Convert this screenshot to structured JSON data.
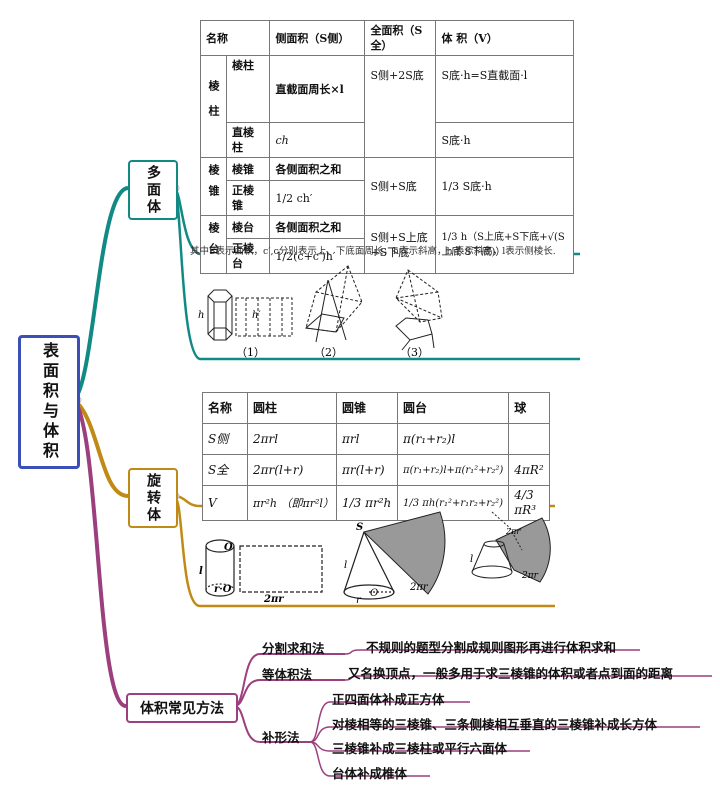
{
  "root": {
    "label": "表面积与体积"
  },
  "branches": [
    {
      "label": "多面体",
      "color": "#128a84"
    },
    {
      "label": "旋转体",
      "color": "#c08a16"
    },
    {
      "label": "体积常见方法",
      "color": "#9c3f7e"
    }
  ],
  "polyhedron_table": {
    "headers": [
      "名称",
      "侧面积（S侧）",
      "全面积（S全）",
      "体 积（V）"
    ],
    "groups": {
      "prism": "棱柱",
      "pyramid": "棱锥",
      "frustum": "棱台"
    },
    "prism": {
      "name": "棱柱",
      "lateral": "直截面周长×l",
      "total": "S侧+2S底",
      "volume": "S底·h=S直截面·l"
    },
    "right_prism": {
      "name": "直棱柱",
      "lateral": "ch",
      "volume": "S底·h"
    },
    "pyramid": {
      "name": "棱锥",
      "lateral": "各侧面积之和",
      "total": "S侧+S底",
      "volume": "1/3 S底·h"
    },
    "regular_pyramid": {
      "name": "正棱锥",
      "lateral": "1/2 ch′"
    },
    "frustum": {
      "name": "棱台",
      "lateral": "各侧面积之和",
      "total": "S侧+S上底+S下底",
      "volume": "1/3 h（S上底+S下底+√(S上底·S下底)）"
    },
    "regular_frustum": {
      "name": "正棱台",
      "lateral": "1/2(c+c′)h′"
    },
    "note": "其中S表示面积，c′,c分别表示上、下底面周长，h表示斜高，h′表示斜高，l表示侧棱长."
  },
  "poly_figures": {
    "captions": [
      "（1）",
      "（2）",
      "（3）"
    ],
    "h_label": "h",
    "hp_label": "h′"
  },
  "rotation_table": {
    "headers": [
      "名称",
      "圆柱",
      "圆锥",
      "圆台",
      "球"
    ],
    "rows": [
      [
        "S侧",
        "2πrl",
        "πrl",
        "π(r₁+r₂)l",
        ""
      ],
      [
        "S全",
        "2πr(l+r)",
        "πr(l+r)",
        "π(r₁+r₂)l+π(r₁²+r₂²)",
        "4πR²"
      ],
      [
        "V",
        "πr²h （即πr²l）",
        "1/3 πr²h",
        "1/3 πh(r₁²+r₁r₂+r₂²)",
        "4/3 πR³"
      ]
    ]
  },
  "rotation_figures": {
    "cyl_l": "l",
    "cyl_r": "r",
    "cyl_O_top": "O",
    "cyl_O_bottom": "r·O",
    "cyl_width": "2πr",
    "cone_S": "S",
    "cone_l": "l",
    "cone_O": "O",
    "cone_r": "r",
    "cone_arc": "2πr",
    "frustum_top": "2πr′",
    "frustum_l": "l",
    "frustum_arc": "2πr"
  },
  "methods": {
    "items": [
      {
        "label": "分割求和法",
        "desc": "不规则的题型分割成规则图形再进行体积求和"
      },
      {
        "label": "等体积法",
        "desc": "又名换顶点，一般多用于求三棱锥的体积或者点到面的距离"
      },
      {
        "label": "补形法",
        "subs": [
          "正四面体补成正方体",
          "对棱相等的三棱锥、三条侧棱相互垂直的三棱锥补成长方体",
          "三棱锥补成三棱柱或平行六面体",
          "台体补成椎体"
        ]
      }
    ]
  }
}
